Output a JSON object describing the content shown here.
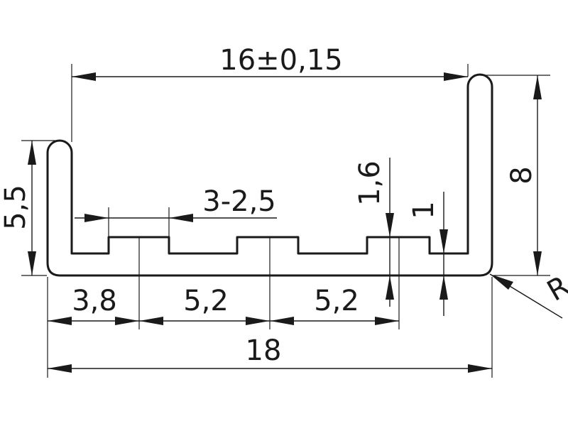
{
  "drawing": {
    "dimensions": {
      "inner_width": "16±0,15",
      "overall_width": "18",
      "left_offset": "3,8",
      "pitch_1": "5,2",
      "pitch_2": "5,2",
      "slots": "3-2,5",
      "left_height": "5,5",
      "right_height": "8",
      "rib_height": "1,6",
      "thickness": "1",
      "radius": "R"
    },
    "colors": {
      "line": "#1a1a1a",
      "background": "#ffffff"
    }
  }
}
